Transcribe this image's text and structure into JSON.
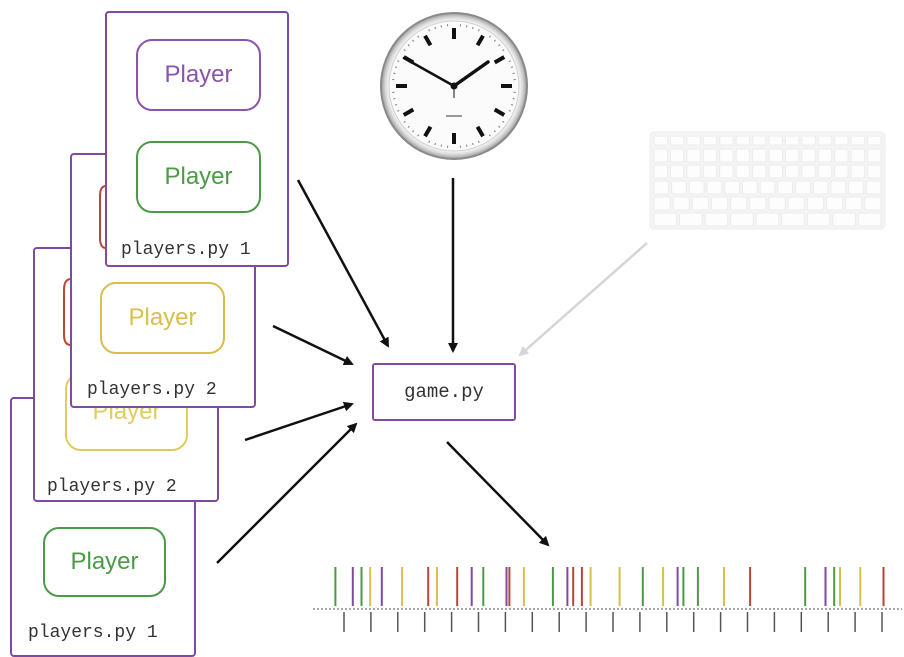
{
  "cards": [
    {
      "id": "card4",
      "label": "players.py 1",
      "players": [
        {
          "label": "Player",
          "color": "#4b9a45"
        }
      ]
    },
    {
      "id": "card3",
      "label": "players.py 2",
      "players": [
        {
          "label": "Player",
          "color": "#e0cc5a"
        }
      ]
    },
    {
      "id": "card2",
      "label": "players.py 2",
      "players": [
        {
          "label": "Player",
          "color": "#d9be4c"
        }
      ]
    },
    {
      "id": "card1",
      "label": "players.py 1",
      "players": [
        {
          "label": "Player",
          "color": "#8a54ad"
        },
        {
          "label": "Player",
          "color": "#4b9a45"
        }
      ]
    }
  ],
  "game": {
    "label": "game.py"
  },
  "colors": {
    "purple": "#7d4ba3",
    "green": "#4b9a45",
    "yellow": "#d9be4c",
    "red": "#b9453a",
    "arrow": "#111111",
    "keyboard_arrow": "#d6d6d6"
  },
  "icons": {
    "clock": "wall-clock-icon",
    "keyboard": "keyboard-icon"
  },
  "timeline": {
    "events": [
      {
        "t": 0.03,
        "c": "green"
      },
      {
        "t": 0.06,
        "c": "purple"
      },
      {
        "t": 0.075,
        "c": "green"
      },
      {
        "t": 0.09,
        "c": "yellow"
      },
      {
        "t": 0.11,
        "c": "purple"
      },
      {
        "t": 0.145,
        "c": "yellow"
      },
      {
        "t": 0.19,
        "c": "red"
      },
      {
        "t": 0.205,
        "c": "yellow"
      },
      {
        "t": 0.24,
        "c": "red"
      },
      {
        "t": 0.265,
        "c": "purple"
      },
      {
        "t": 0.285,
        "c": "green"
      },
      {
        "t": 0.325,
        "c": "purple"
      },
      {
        "t": 0.33,
        "c": "red"
      },
      {
        "t": 0.355,
        "c": "yellow"
      },
      {
        "t": 0.405,
        "c": "green"
      },
      {
        "t": 0.43,
        "c": "purple"
      },
      {
        "t": 0.44,
        "c": "red"
      },
      {
        "t": 0.455,
        "c": "red"
      },
      {
        "t": 0.47,
        "c": "yellow"
      },
      {
        "t": 0.52,
        "c": "yellow"
      },
      {
        "t": 0.56,
        "c": "green"
      },
      {
        "t": 0.595,
        "c": "yellow"
      },
      {
        "t": 0.62,
        "c": "purple"
      },
      {
        "t": 0.63,
        "c": "green"
      },
      {
        "t": 0.655,
        "c": "green"
      },
      {
        "t": 0.7,
        "c": "yellow"
      },
      {
        "t": 0.745,
        "c": "red"
      },
      {
        "t": 0.84,
        "c": "green"
      },
      {
        "t": 0.875,
        "c": "purple"
      },
      {
        "t": 0.89,
        "c": "green"
      },
      {
        "t": 0.9,
        "c": "yellow"
      },
      {
        "t": 0.935,
        "c": "yellow"
      },
      {
        "t": 0.975,
        "c": "red"
      }
    ],
    "ticks": 21
  }
}
